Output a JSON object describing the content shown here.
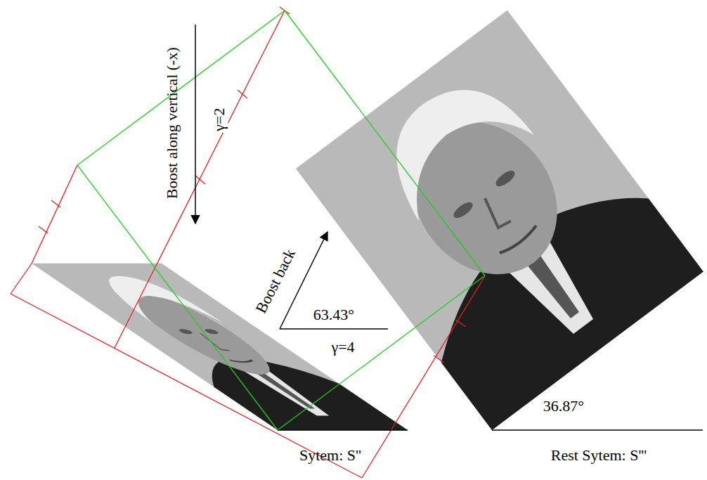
{
  "diagram": {
    "labels": [
      "Boost along vertical (-x)",
      "γ=2",
      "Boost back",
      "63.43°",
      "γ=4",
      "36.87°",
      "Sytem: S''",
      "Rest Sytem: S'''"
    ]
  }
}
